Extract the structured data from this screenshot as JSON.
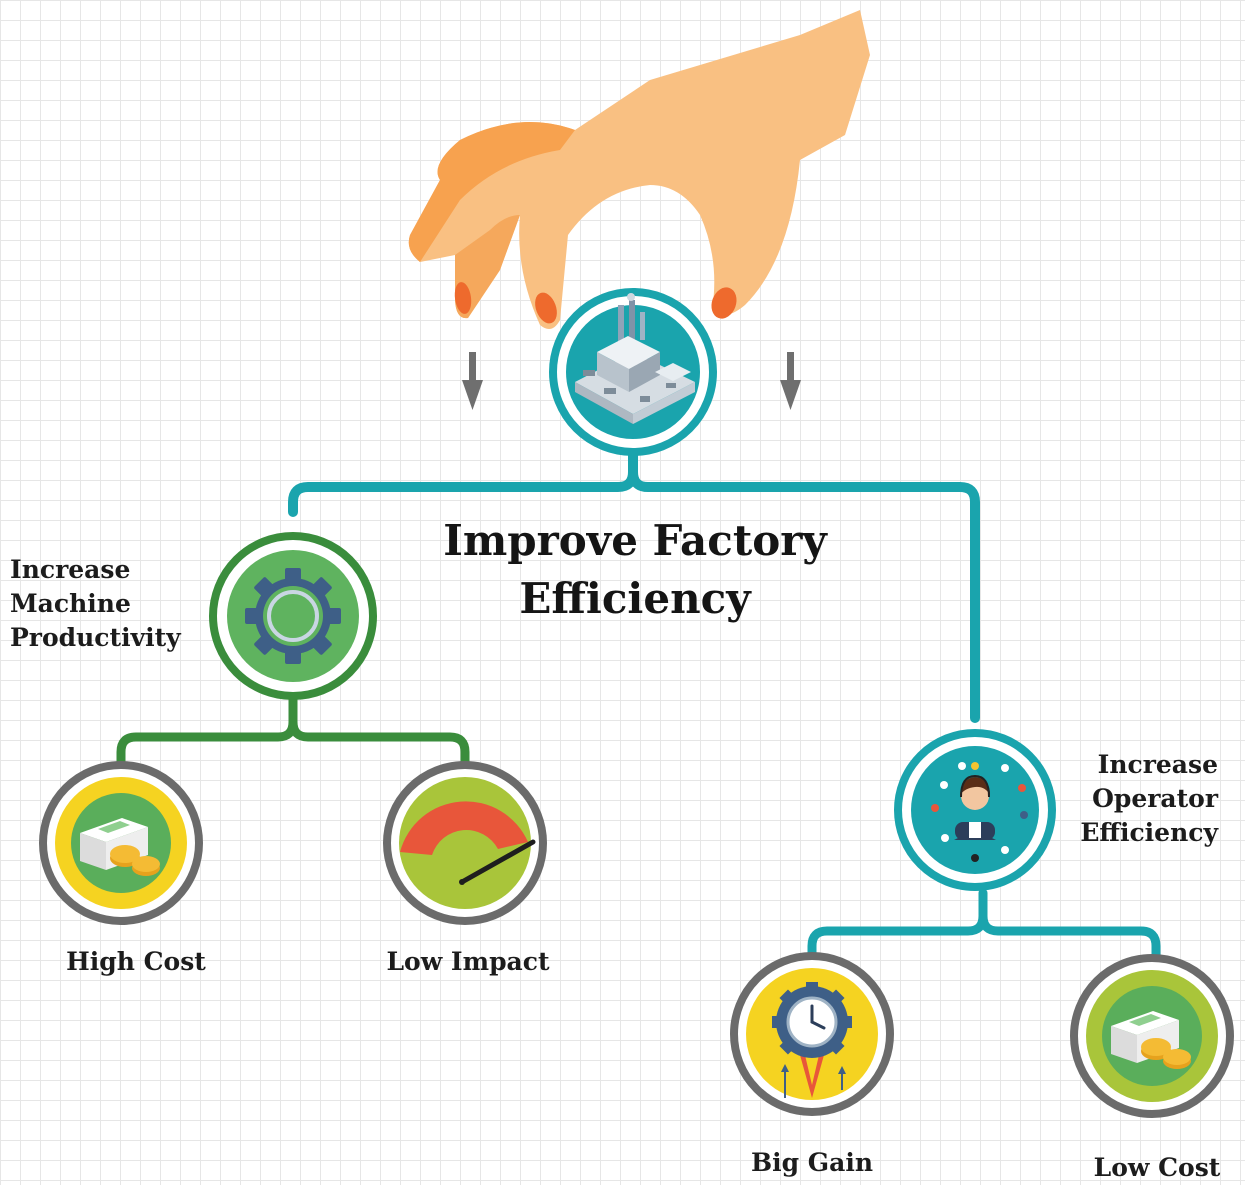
{
  "title": {
    "line1": "Improve Factory",
    "line2": "Efficiency"
  },
  "branches": {
    "machine": {
      "label_lines": [
        "Increase",
        "Machine",
        "Productivity"
      ],
      "icon": "gear-icon",
      "color": "#3a8d3c",
      "children": [
        {
          "label": "High Cost",
          "icon": "money-stack-icon"
        },
        {
          "label": "Low Impact",
          "icon": "gauge-meter-icon"
        }
      ]
    },
    "operator": {
      "label_lines": [
        "Increase",
        "Operator",
        "Efficiency"
      ],
      "icon": "operator-headset-icon",
      "color": "#1aa4ad",
      "children": [
        {
          "label": "Big Gain",
          "icon": "clock-rocket-icon"
        },
        {
          "label": "Low Cost",
          "icon": "money-stack-icon"
        }
      ]
    }
  },
  "root": {
    "icon": "factory-icon",
    "color": "#1aa4ad"
  },
  "decor": {
    "hand": "hand-icon",
    "arrows": "down-arrow-icon",
    "leaf_ring_color": "#6b6b6b"
  }
}
